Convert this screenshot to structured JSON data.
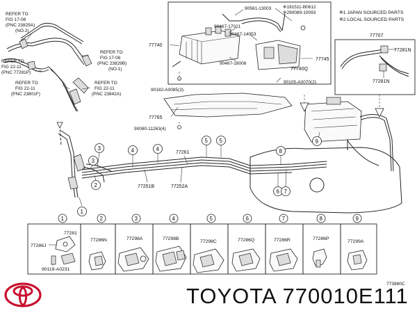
{
  "refs": {
    "fig1708_a": [
      "REFER TO",
      "FIG 17-08",
      "(PNC 23829A)",
      "(NO.2)"
    ],
    "fig1708_b": [
      "REFER TO",
      "FIG 17-08",
      "(PNC 23829B)",
      "(NO.1)"
    ],
    "fig2211_a": [
      "REFER TO",
      "FIG 22-11",
      "(PNC 77281P)"
    ],
    "fig2211_b": [
      "REFER TO",
      "FIG 22-11",
      "(PNC 23801F)"
    ],
    "fig2211_c": [
      "REFER TO",
      "FIG 22-11",
      "(PNC 23842A)"
    ]
  },
  "legend": {
    "japan": "※1 JAPAN SOURCED PARTS",
    "local": "※2 LOCAL SOURCED PARTS"
  },
  "canister_labels": {
    "p90561": "90561-13003",
    "p191511": "※191511-B0612",
    "p290089": "※290089-10093",
    "p90467_17021": "90467-17021",
    "p90467_14053": "90467-14053",
    "p90467_18006": "90467-18006",
    "p77740": "77740",
    "p77745": "77745",
    "p77740q": "77740Q",
    "p90105": "90105-A0070(2)"
  },
  "misc_labels": {
    "p90182": "90182-A0085(3)",
    "p77765": "77765",
    "p90080": "90080-11263(4)",
    "p77707": "77707",
    "p77281n_top": "77281N",
    "p77281n_bot": "77281N",
    "p77261": "77261",
    "p77251b": "77251B",
    "p77252a": "77252A"
  },
  "callouts": [
    "1",
    "2",
    "3",
    "4",
    "5",
    "6",
    "7",
    "8",
    "9"
  ],
  "callout_diagram": {
    "c1": "1",
    "c2": "2",
    "c3a": "3",
    "c3b": "3",
    "c4a": "4",
    "c4b": "4",
    "c5": "5",
    "c6": "6",
    "c7": "7",
    "c8": "8",
    "c9": "9"
  },
  "clips": [
    {
      "num": "1",
      "labels": [
        "77281",
        "77286J",
        "90119-A0231"
      ]
    },
    {
      "num": "2",
      "labels": [
        "77286N"
      ]
    },
    {
      "num": "3",
      "labels": [
        "77298A"
      ]
    },
    {
      "num": "4",
      "labels": [
        "77298B"
      ]
    },
    {
      "num": "5",
      "labels": [
        "77298C"
      ]
    },
    {
      "num": "6",
      "labels": [
        "77286Q"
      ]
    },
    {
      "num": "7",
      "labels": [
        "77286R"
      ]
    },
    {
      "num": "8",
      "labels": [
        "77286P"
      ]
    },
    {
      "num": "9",
      "labels": [
        "77299A"
      ]
    }
  ],
  "figure_code": "773980C",
  "brand": {
    "title": "TOYOTA 770010E111",
    "logo_color": "#c8102e"
  }
}
